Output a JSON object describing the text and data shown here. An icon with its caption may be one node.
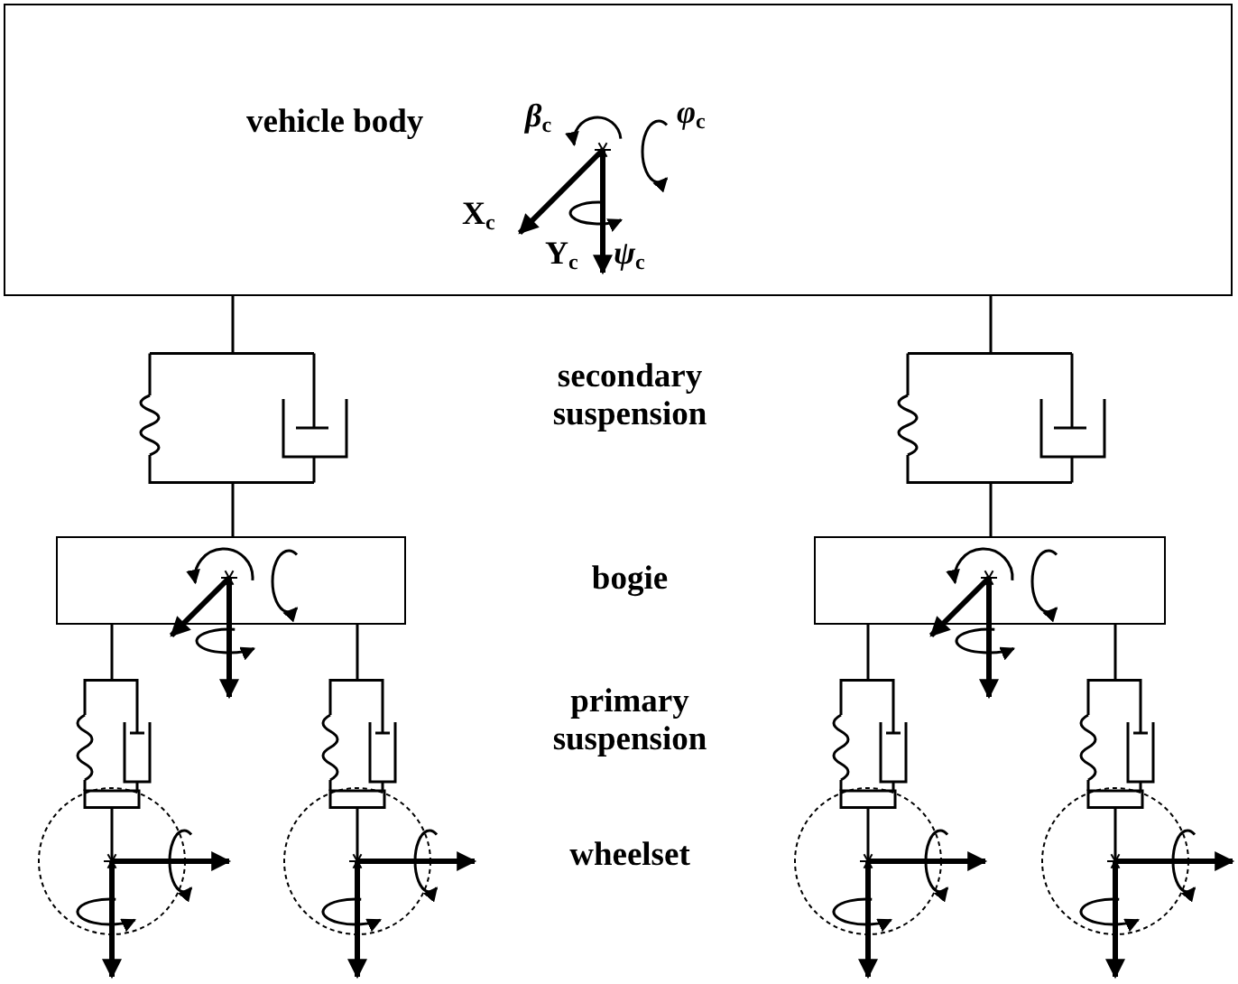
{
  "diagram": {
    "nodes": [
      {
        "text": [
          "vehicle body"
        ]
      },
      {
        "text": [],
        "shape": "spring"
      },
      {
        "text": [],
        "shape": "spring"
      },
      {
        "text": [],
        "shape": "box"
      },
      {
        "text": [],
        "shape": "box"
      },
      {
        "text": [],
        "shape": "spring"
      },
      {
        "text": [],
        "shape": "spring"
      },
      {
        "text": [],
        "shape": "spring"
      },
      {
        "text": [],
        "shape": "spring"
      },
      {
        "text": [],
        "shape": "circle"
      },
      {
        "text": [],
        "shape": "circle"
      },
      {
        "text": [],
        "shape": "circle"
      },
      {
        "text": [],
        "shape": "circle"
      }
    ],
    "edges": [
      {
        "from": 0,
        "to": 1,
        "arrow": "none"
      },
      {
        "from": 1,
        "to": 3,
        "arrow": "none"
      },
      {
        "from": 0,
        "to": 2,
        "arrow": "none"
      },
      {
        "from": 2,
        "to": 4,
        "arrow": "none"
      },
      {
        "from": 3,
        "to": 5,
        "arrow": "none"
      },
      {
        "from": 3,
        "to": 6,
        "arrow": "none"
      },
      {
        "from": 4,
        "to": 7,
        "arrow": "none"
      },
      {
        "from": 4,
        "to": 8,
        "arrow": "none"
      },
      {
        "from": 5,
        "to": 9,
        "arrow": "none"
      },
      {
        "from": 6,
        "to": 10,
        "arrow": "none"
      },
      {
        "from": 7,
        "to": 11,
        "arrow": "none"
      },
      {
        "from": 8,
        "to": 12,
        "arrow": "none"
      }
    ],
    "labels": [
      "*β*$_{c}$",
      "*φ*$_{c}$",
      "X$_{c}$",
      "Y$_{c}$",
      "*ψ*$_{c}$",
      "secondary suspension",
      "bogie",
      "primary suspension",
      "wheelset"
    ]
  }
}
